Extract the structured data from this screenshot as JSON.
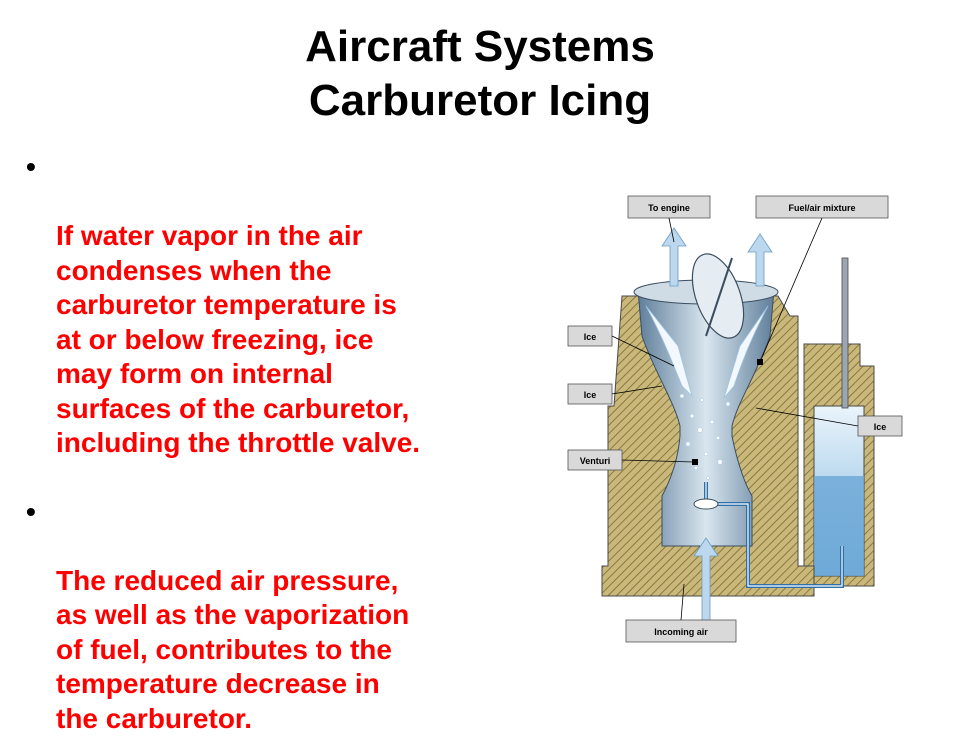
{
  "title": {
    "line1": "Aircraft Systems",
    "line2": "Carburetor Icing"
  },
  "bullets": [
    {
      "text": "If water vapor in the air\ncondenses when the\ncarburetor temperature is\nat or below freezing, ice\nmay form on internal\nsurfaces of the carburetor,\nincluding the throttle valve."
    },
    {
      "text": "The reduced air pressure,\nas well as the vaporization\nof fuel, contributes to the\ntemperature decrease in\nthe carburetor."
    }
  ],
  "diagram": {
    "labels": {
      "to_engine": "To engine",
      "fuel_air_mixture": "Fuel/air mixture",
      "ice_1": "Ice",
      "ice_2": "Ice",
      "ice_3": "Ice",
      "venturi": "Venturi",
      "incoming_air": "Incoming air"
    },
    "colors": {
      "body_hatch": "#c9b87a",
      "ice_blue": "#7fb6de",
      "label_box": "#d9d9d9",
      "background": "#ffffff"
    }
  }
}
